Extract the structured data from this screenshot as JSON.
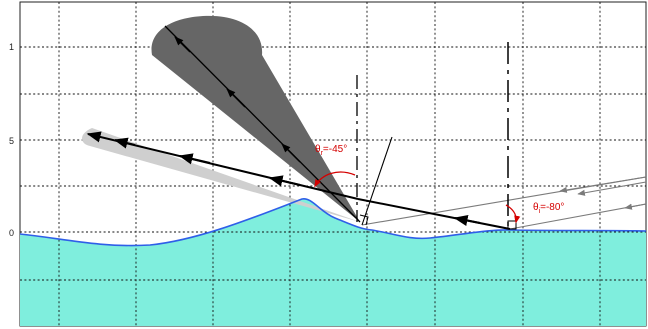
{
  "axis": {
    "y_ticks": [
      {
        "label": "1"
      },
      {
        "label": "5"
      },
      {
        "label": "0"
      }
    ]
  },
  "annotations": {
    "left_angle": {
      "symbol": "θ",
      "sub": "r",
      "value": "=-45°"
    },
    "right_angle": {
      "symbol": "θ",
      "sub": "i",
      "value": "=-80°"
    }
  },
  "colors": {
    "water": "#7feedd",
    "surface_line": "#2f5fe8",
    "lobe_dark": "#666666",
    "lobe_light": "#cfcfcf",
    "ray": "#000000",
    "incident_ray": "#7b7b7b",
    "annotation": "#d40000"
  }
}
